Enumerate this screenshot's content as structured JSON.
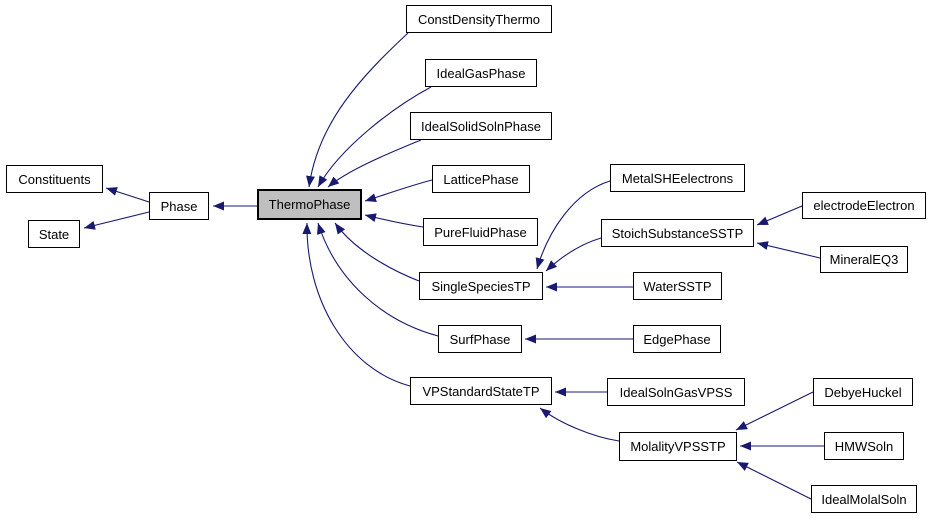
{
  "diagram": {
    "kind": "class-inheritance-graph",
    "highlighted_node": "ThermoPhase",
    "colors": {
      "background": "#ffffff",
      "edge": "#191970",
      "node_fill": "#ffffff",
      "node_border": "#000000",
      "highlight_fill": "#bfbfbf"
    }
  },
  "nodes": {
    "constituents": {
      "label": "Constituents"
    },
    "state": {
      "label": "State"
    },
    "phase": {
      "label": "Phase"
    },
    "thermo_phase": {
      "label": "ThermoPhase"
    },
    "const_density_thermo": {
      "label": "ConstDensityThermo"
    },
    "ideal_gas_phase": {
      "label": "IdealGasPhase"
    },
    "ideal_solid_soln_phase": {
      "label": "IdealSolidSolnPhase"
    },
    "lattice_phase": {
      "label": "LatticePhase"
    },
    "pure_fluid_phase": {
      "label": "PureFluidPhase"
    },
    "single_species_tp": {
      "label": "SingleSpeciesTP"
    },
    "surf_phase": {
      "label": "SurfPhase"
    },
    "vp_standard_state_tp": {
      "label": "VPStandardStateTP"
    },
    "metal_she_electrons": {
      "label": "MetalSHEelectrons"
    },
    "stoich_substance_sstp": {
      "label": "StoichSubstanceSSTP"
    },
    "water_sstp": {
      "label": "WaterSSTP"
    },
    "edge_phase": {
      "label": "EdgePhase"
    },
    "ideal_soln_gas_vpss": {
      "label": "IdealSolnGasVPSS"
    },
    "electrode_electron": {
      "label": "electrodeElectron"
    },
    "mineral_eq3": {
      "label": "MineralEQ3"
    },
    "debye_huckel": {
      "label": "DebyeHuckel"
    },
    "molality_vpsstp": {
      "label": "MolalityVPSSTP"
    },
    "hmw_soln": {
      "label": "HMWSoln"
    },
    "ideal_molal_soln": {
      "label": "IdealMolalSoln"
    }
  },
  "edges": [
    {
      "from": "ThermoPhase",
      "to": "Phase"
    },
    {
      "from": "Phase",
      "to": "Constituents"
    },
    {
      "from": "Phase",
      "to": "State"
    },
    {
      "from": "ConstDensityThermo",
      "to": "ThermoPhase"
    },
    {
      "from": "IdealGasPhase",
      "to": "ThermoPhase"
    },
    {
      "from": "IdealSolidSolnPhase",
      "to": "ThermoPhase"
    },
    {
      "from": "LatticePhase",
      "to": "ThermoPhase"
    },
    {
      "from": "PureFluidPhase",
      "to": "ThermoPhase"
    },
    {
      "from": "SingleSpeciesTP",
      "to": "ThermoPhase"
    },
    {
      "from": "SurfPhase",
      "to": "ThermoPhase"
    },
    {
      "from": "VPStandardStateTP",
      "to": "ThermoPhase"
    },
    {
      "from": "MetalSHEelectrons",
      "to": "SingleSpeciesTP"
    },
    {
      "from": "StoichSubstanceSSTP",
      "to": "SingleSpeciesTP"
    },
    {
      "from": "WaterSSTP",
      "to": "SingleSpeciesTP"
    },
    {
      "from": "electrodeElectron",
      "to": "StoichSubstanceSSTP"
    },
    {
      "from": "MineralEQ3",
      "to": "StoichSubstanceSSTP"
    },
    {
      "from": "EdgePhase",
      "to": "SurfPhase"
    },
    {
      "from": "IdealSolnGasVPSS",
      "to": "VPStandardStateTP"
    },
    {
      "from": "MolalityVPSSTP",
      "to": "VPStandardStateTP"
    },
    {
      "from": "DebyeHuckel",
      "to": "MolalityVPSSTP"
    },
    {
      "from": "HMWSoln",
      "to": "MolalityVPSSTP"
    },
    {
      "from": "IdealMolalSoln",
      "to": "MolalityVPSSTP"
    }
  ]
}
